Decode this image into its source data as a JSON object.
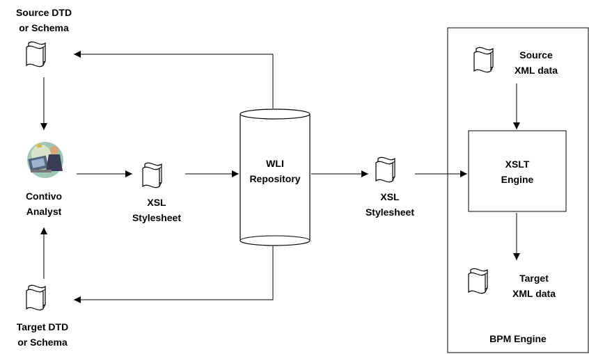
{
  "labels": {
    "source_dtd": "Source DTD\nor Schema",
    "target_dtd": "Target DTD\nor Schema",
    "contivo": "Contivo\nAnalyst",
    "xsl_1": "XSL\nStylesheet",
    "xsl_2": "XSL\nStylesheet",
    "repository": "WLI\nRepository",
    "source_xml": "Source\nXML data",
    "target_xml": "Target\nXML data",
    "xslt_engine": "XSLT\nEngine",
    "bpm_engine": "BPM Engine"
  },
  "icons": {
    "document": "document-scroll-icon",
    "analyst": "contivo-analyst-icon"
  }
}
